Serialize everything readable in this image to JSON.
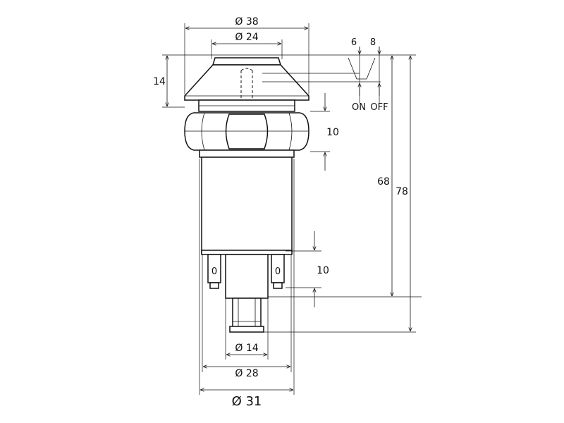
{
  "diagram": {
    "labels": {
      "dia_38": "Ø 38",
      "dia_24": "Ø 24",
      "h_14": "14",
      "hex_10": "10",
      "d_68": "68",
      "d_78": "78",
      "term_10": "10",
      "dia_14": "Ø 14",
      "dia_28": "Ø 28",
      "dia_31": "Ø 31",
      "stroke_6": "6",
      "stroke_8": "8",
      "on": "ON",
      "off": "OFF"
    },
    "terminal_marks": [
      "0",
      "0"
    ]
  }
}
